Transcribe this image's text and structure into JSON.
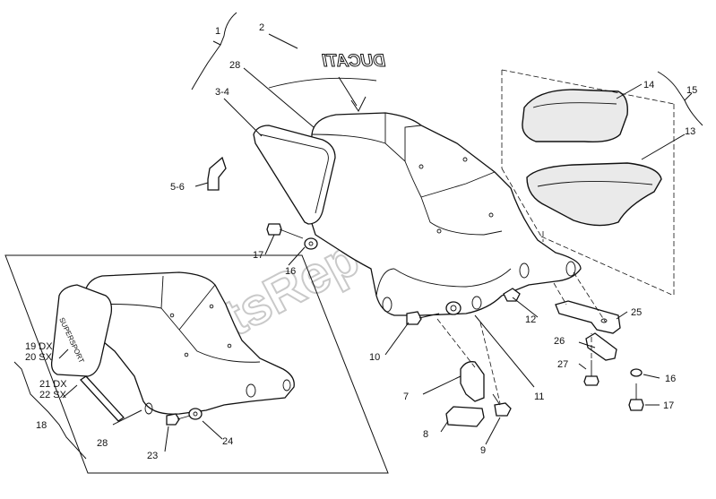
{
  "watermark": "PartsRepublik",
  "logo_text": "DUCATI",
  "inset_logo_text": "SUPERSPORT",
  "callouts": {
    "c1": "1",
    "c2": "2",
    "c28a": "28",
    "c34": "3-4",
    "c56": "5-6",
    "c17a": "17",
    "c16a": "16",
    "c14": "14",
    "c15": "15",
    "c13": "13",
    "c12": "12",
    "c25": "25",
    "c26": "26",
    "c27": "27",
    "c16b": "16",
    "c17b": "17",
    "c10": "10",
    "c11": "11",
    "c7": "7",
    "c8": "8",
    "c9": "9",
    "c19": "19 DX",
    "c20": "20 SX",
    "c21": "21 DX",
    "c22": "22 SX",
    "c18": "18",
    "c28b": "28",
    "c23": "23",
    "c24": "24"
  }
}
